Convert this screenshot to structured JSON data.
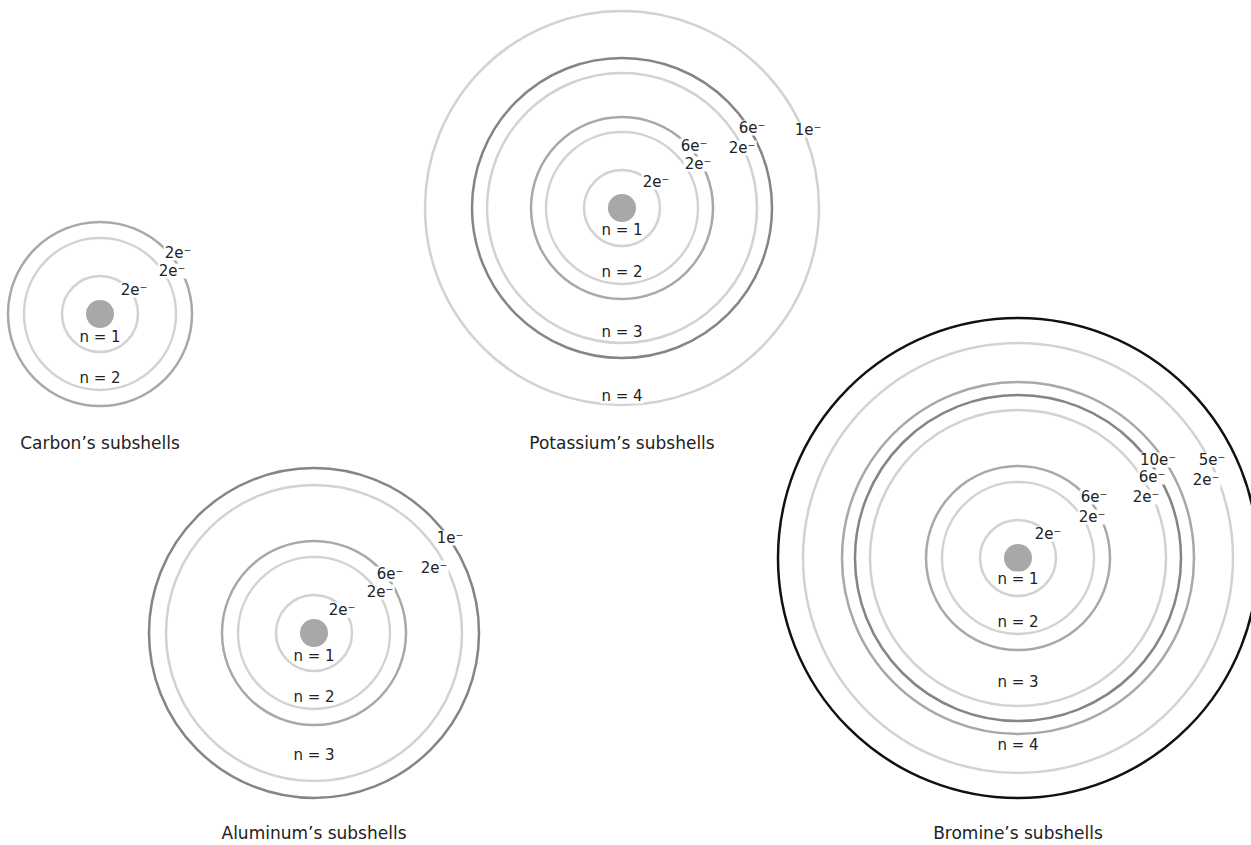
{
  "diagram": {
    "labels": [
      "2e⁻",
      "2e⁻",
      "2e⁻",
      "n = 1",
      "n = 2",
      "Carbon’s subshells",
      "6e⁻",
      "1e⁻",
      "6e⁻",
      "2e⁻",
      "2e⁻",
      "2e⁻",
      "n = 1",
      "n = 2",
      "n = 3",
      "n = 4",
      "Potassium’s subshells",
      "1e⁻",
      "6e⁻",
      "2e⁻",
      "2e⁻",
      "2e⁻",
      "n = 1",
      "n = 2",
      "n = 3",
      "Aluminum’s subshells",
      "10e⁻",
      "5e⁻",
      "6e⁻",
      "2e⁻",
      "6e⁻",
      "2e⁻",
      "2e⁻",
      "2e⁻",
      "n = 1",
      "n = 2",
      "n = 3",
      "n = 4",
      "Bromine’s subshells"
    ]
  }
}
